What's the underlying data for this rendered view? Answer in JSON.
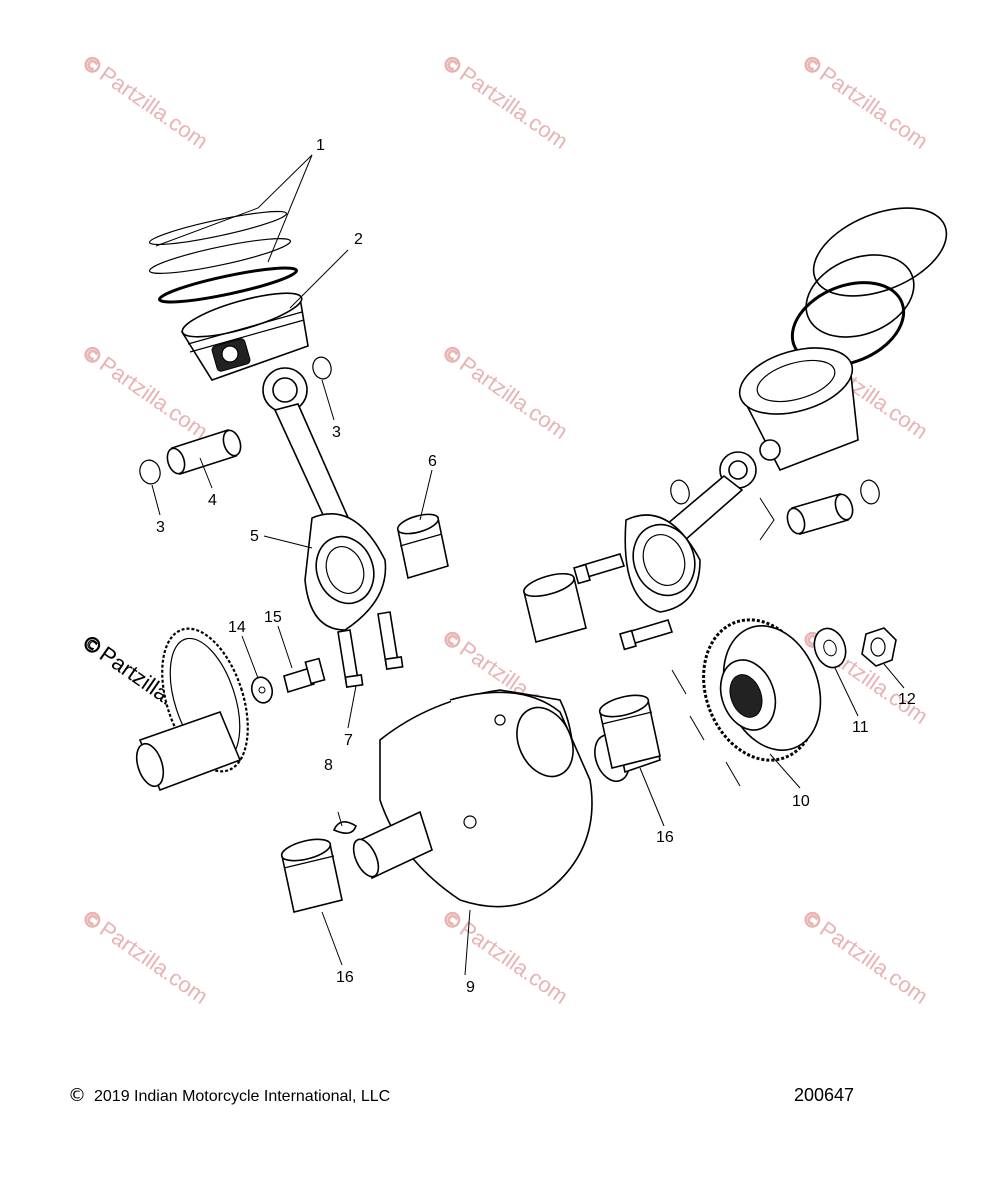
{
  "watermark": {
    "text": "Partzilla.com",
    "symbol": "©"
  },
  "callouts": {
    "c1": "1",
    "c2": "2",
    "c3a": "3",
    "c3b": "3",
    "c4": "4",
    "c5": "5",
    "c6": "6",
    "c7": "7",
    "c8": "8",
    "c9": "9",
    "c10": "10",
    "c11": "11",
    "c12": "12",
    "c14": "14",
    "c15": "15",
    "c16a": "16",
    "c16b": "16"
  },
  "footer": {
    "copyright_symbol": "©",
    "copyright_text": "2019 Indian Motorcycle International, LLC",
    "diagram_number": "200647"
  }
}
